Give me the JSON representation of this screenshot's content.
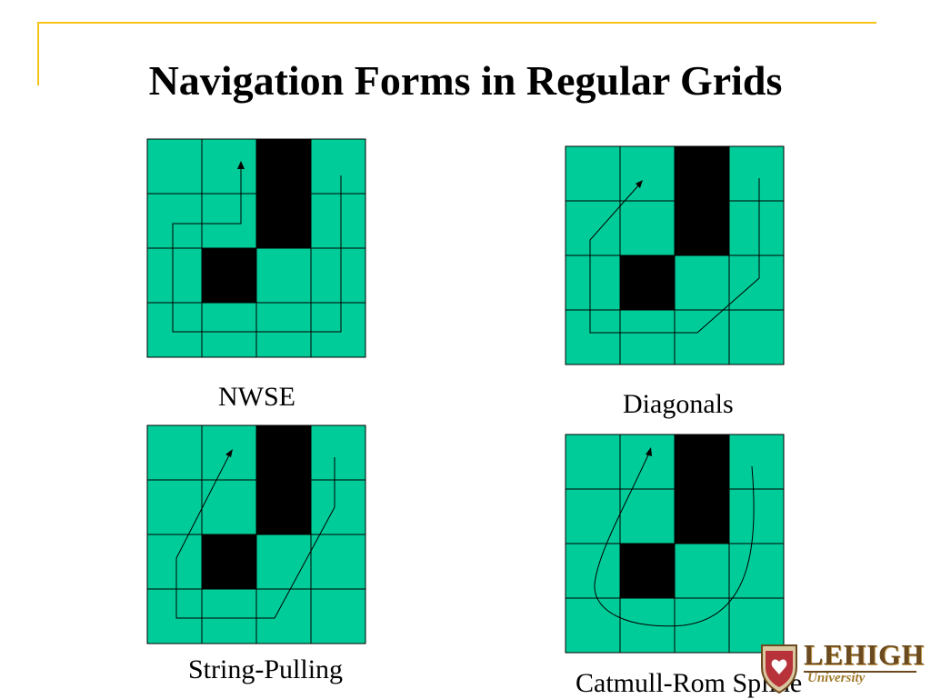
{
  "slide": {
    "title": "Navigation Forms in Regular Grids",
    "accent_color": "#f5c518"
  },
  "colors": {
    "free_cell": "#00cc99",
    "blocked_cell": "#000000",
    "grid_line": "#000000",
    "path_line": "#000000"
  },
  "grid": {
    "rows": 4,
    "cols": 4,
    "blocked_cells": [
      [
        0,
        2
      ],
      [
        1,
        2
      ],
      [
        2,
        1
      ]
    ]
  },
  "panels": [
    {
      "id": "nwse",
      "caption": "NWSE"
    },
    {
      "id": "diagonals",
      "caption": "Diagonals"
    },
    {
      "id": "string-pulling",
      "caption": "String-Pulling"
    },
    {
      "id": "catmull-rom",
      "caption": "Catmull-Rom Spline"
    }
  ],
  "logo": {
    "name": "LEHIGH",
    "subtitle": "University"
  }
}
